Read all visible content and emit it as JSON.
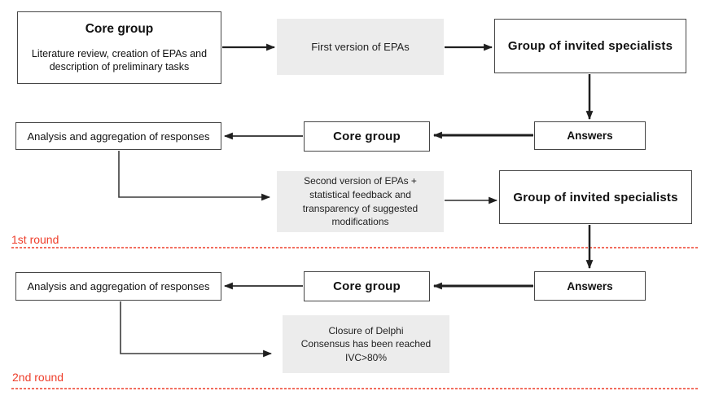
{
  "colors": {
    "round_accent_red": "#ee3e2b",
    "gray_box_fill": "#ececec",
    "box_border": "#464646",
    "arrow_black": "#1f1f1f"
  },
  "flow": {
    "core_group_main": {
      "title": "Core group",
      "body_line1": "Literature review, creation of EPAs and",
      "body_line2": "description of preliminary tasks"
    },
    "first_version_label": "First version of EPAs",
    "specialists_a_label": "Group of invited specialists",
    "answers_a_label": "Answers",
    "core_group_a_label": "Core group",
    "analysis_a_label": "Analysis and aggregation of responses",
    "second_version": {
      "line1": "Second version of EPAs +",
      "line2": "statistical feedback and",
      "line3": "transparency of suggested",
      "line4": "modifications"
    },
    "specialists_b_label": "Group of invited specialists",
    "answers_b_label": "Answers",
    "core_group_b_label": "Core group",
    "analysis_b_label": "Analysis and aggregation of responses",
    "closure": {
      "line1": "Closure of Delphi",
      "line2": "Consensus has been reached",
      "line3": "IVC>80%"
    }
  },
  "dividers": {
    "round1_label": "1st round",
    "round2_label": "2nd round"
  }
}
